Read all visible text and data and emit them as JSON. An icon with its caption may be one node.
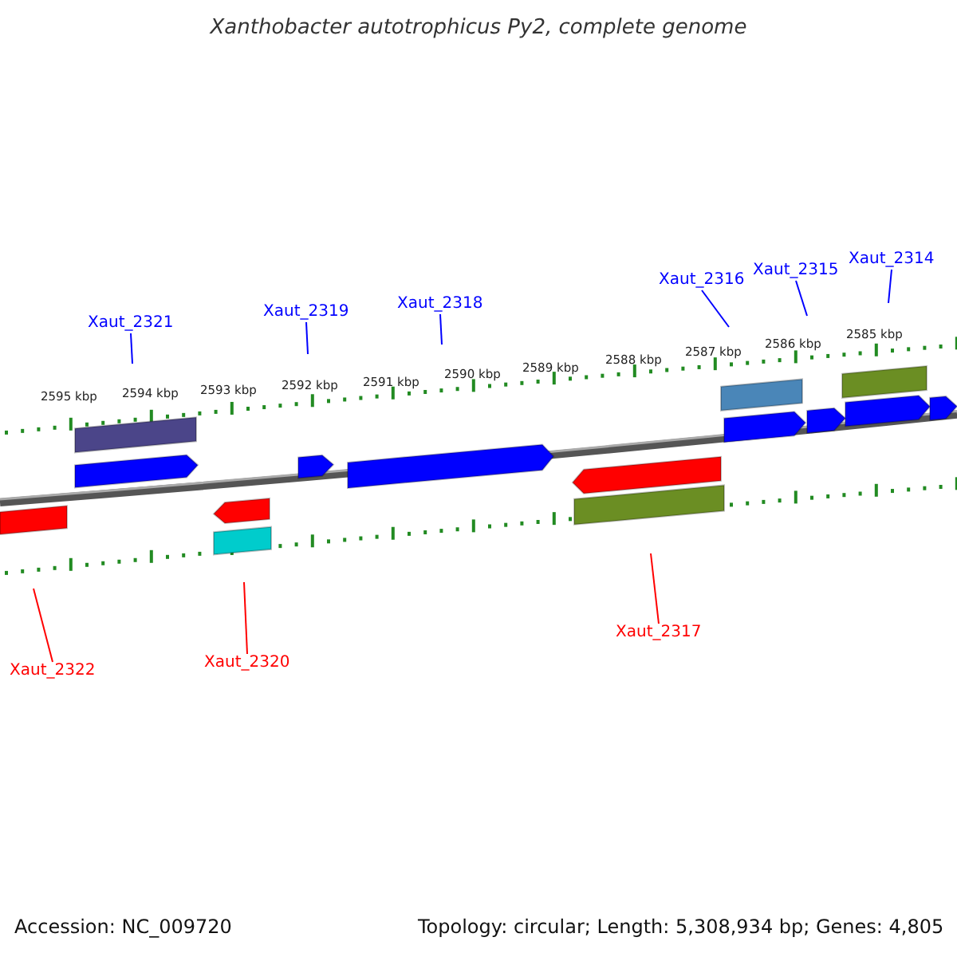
{
  "diagram": {
    "title": "Xanthobacter autotrophicus Py2, complete genome",
    "nodes": [
      {
        "text": [
          "Xaut_2321"
        ]
      },
      {
        "text": [
          "Xaut_2319"
        ]
      },
      {
        "text": [
          "Xaut_2318"
        ]
      },
      {
        "text": [
          "Xaut_2316"
        ]
      },
      {
        "text": [
          "Xaut_2315"
        ]
      },
      {
        "text": [
          "Xaut_2314"
        ]
      },
      {
        "text": [
          "Xaut_2322"
        ]
      },
      {
        "text": [
          "Xaut_2320"
        ]
      },
      {
        "text": [
          "Xaut_2317"
        ]
      }
    ],
    "edges": [
      {
        "from": 0,
        "to": null,
        "arrow": "none"
      },
      {
        "from": 1,
        "to": null,
        "arrow": "none"
      },
      {
        "from": 2,
        "to": null,
        "arrow": "none"
      },
      {
        "from": 3,
        "to": null,
        "arrow": "none"
      },
      {
        "from": 4,
        "to": null,
        "arrow": "none"
      },
      {
        "from": 5,
        "to": null,
        "arrow": "none"
      },
      {
        "from": 6,
        "to": null,
        "arrow": "none",
        "color": "#ff0000"
      },
      {
        "from": 7,
        "to": null,
        "arrow": "none",
        "color": "#ff0000"
      },
      {
        "from": 8,
        "to": null,
        "arrow": "none",
        "color": "#ff0000"
      }
    ],
    "labels": [
      "2595 kbp",
      "2594 kbp",
      "2593 kbp",
      "2592 kbp",
      "2591 kbp",
      "2590 kbp",
      "2589 kbp",
      "2588 kbp",
      "2587 kbp",
      "2586 kbp",
      "2585 kbp",
      "Accession: NC_009720",
      "Topology: circular; Length: 5,308,934 bp; Genes: 4,805"
    ]
  }
}
